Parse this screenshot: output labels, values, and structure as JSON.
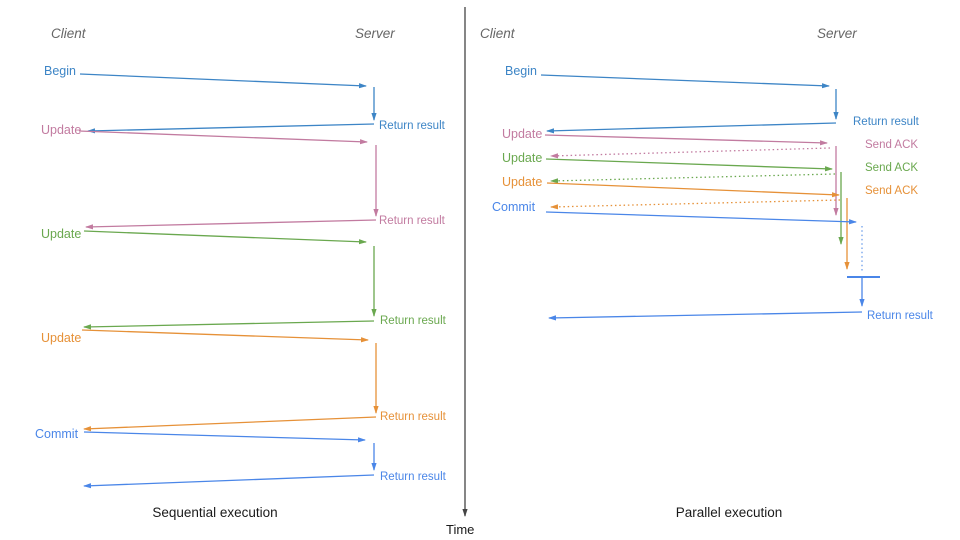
{
  "colors": {
    "blue_primary": "#3d85c6",
    "blue_bright": "#4a86e8",
    "blue_dotted": "#6d9eeb",
    "pink": "#c27ba0",
    "green": "#6aa84f",
    "orange": "#e69138",
    "axis": "#444444",
    "actor_gray": "#666666",
    "title_black": "#1a1a1a"
  },
  "time_axis": {
    "label": "Time"
  },
  "sequential": {
    "title": "Sequential execution",
    "client_label": "Client",
    "server_label": "Server",
    "messages": {
      "begin": {
        "label": "Begin",
        "result": "Return result"
      },
      "update1": {
        "label": "Update",
        "result": "Return result"
      },
      "update2": {
        "label": "Update",
        "result": "Return result"
      },
      "update3": {
        "label": "Update",
        "result": "Return result"
      },
      "commit": {
        "label": "Commit",
        "result": "Return result"
      }
    }
  },
  "parallel": {
    "title": "Parallel execution",
    "client_label": "Client",
    "server_label": "Server",
    "messages": {
      "begin": {
        "label": "Begin",
        "result": "Return result"
      },
      "update1": {
        "label": "Update",
        "ack": "Send ACK"
      },
      "update2": {
        "label": "Update",
        "ack": "Send ACK"
      },
      "update3": {
        "label": "Update",
        "ack": "Send ACK"
      },
      "commit": {
        "label": "Commit",
        "result": "Return result"
      }
    }
  }
}
